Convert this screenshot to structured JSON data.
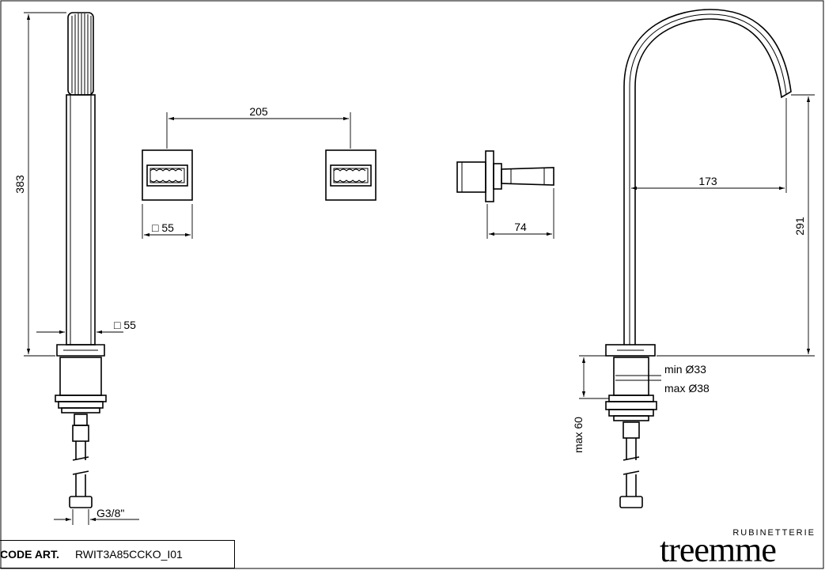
{
  "drawing": {
    "dims": {
      "height_383": "383",
      "spacing_205": "205",
      "square_55_a": "□ 55",
      "square_55_b": "□ 55",
      "depth_74": "74",
      "reach_173": "173",
      "height_291": "291",
      "min_hole": "min Ø33",
      "max_hole": "max Ø38",
      "max_60": "max 60",
      "thread": "G3/8\""
    }
  },
  "titleblock": {
    "code_label": "CODE ART.",
    "code_value": "RWIT3A85CCKO_I01"
  },
  "brand": {
    "subtitle": "RUBINETTERIE",
    "name": "treemme"
  }
}
